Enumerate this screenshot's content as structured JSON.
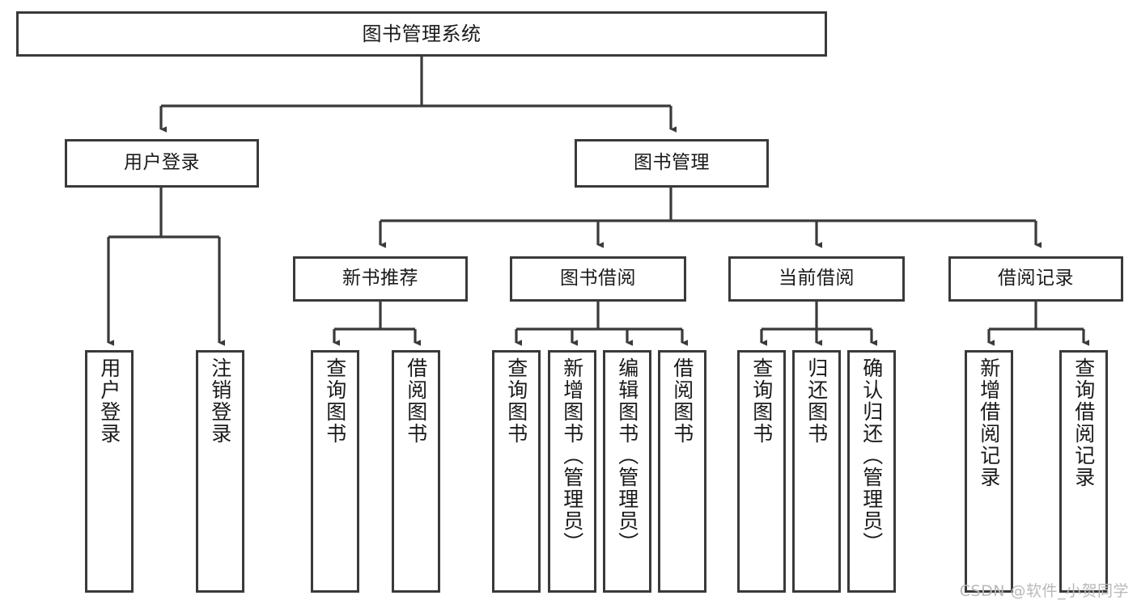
{
  "diagram": {
    "title": "图书管理系统",
    "watermark": "CSDN @软件_小贺同学",
    "colors": {
      "border": "#3a3a3a",
      "background": "#ffffff",
      "text": "#1a1a1a",
      "watermark": "#b9b9b9"
    },
    "root": {
      "label": "图书管理系统"
    },
    "level2": [
      {
        "label": "用户登录"
      },
      {
        "label": "图书管理"
      }
    ],
    "level3": [
      {
        "label": "新书推荐"
      },
      {
        "label": "图书借阅"
      },
      {
        "label": "当前借阅"
      },
      {
        "label": "借阅记录"
      }
    ],
    "leaves": {
      "user_login": [
        {
          "label": "用户登录"
        },
        {
          "label": "注销登录"
        }
      ],
      "new_book": [
        {
          "label": "查询图书"
        },
        {
          "label": "借阅图书"
        }
      ],
      "book_borrow": [
        {
          "label": "查询图书"
        },
        {
          "label": "新增图书（管理员）"
        },
        {
          "label": "编辑图书（管理员）"
        },
        {
          "label": "借阅图书"
        }
      ],
      "current_borrow": [
        {
          "label": "查询图书"
        },
        {
          "label": "归还图书"
        },
        {
          "label": "确认归还（管理员）"
        }
      ],
      "borrow_record": [
        {
          "label": "新增借阅记录"
        },
        {
          "label": "查询借阅记录"
        }
      ]
    }
  }
}
